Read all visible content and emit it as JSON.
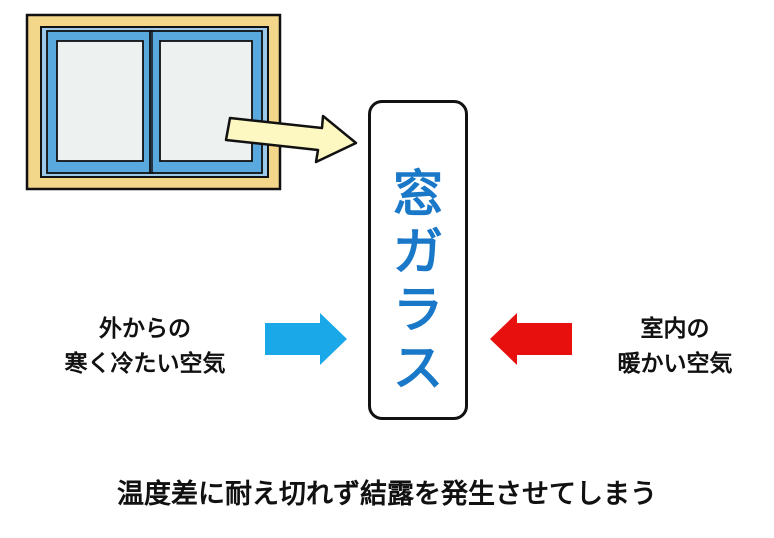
{
  "glass_label": "窓ガラス",
  "outside_air": {
    "line1": "外からの",
    "line2": "寒く冷たい空気"
  },
  "inside_air": {
    "line1": "室内の",
    "line2": "暖かい空気"
  },
  "caption": "温度差に耐え切れず結露を発生させてしまう",
  "colors": {
    "cold_arrow": "#1aa8e8",
    "warm_arrow": "#e8100e",
    "window_frame": "#f2d68a",
    "window_sash": "#5aa9de",
    "glass_pane": "#edf1ef",
    "pointer_arrow": "#fdf7c2",
    "glass_text": "#1a78c8"
  }
}
